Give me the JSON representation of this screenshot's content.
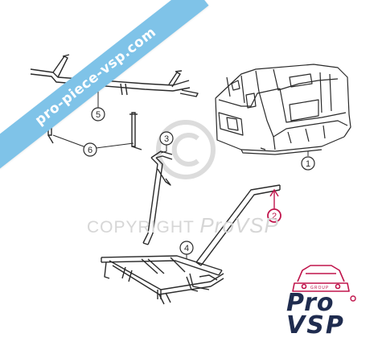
{
  "watermark": {
    "ribbon_text": "pro-piece-vsp.com",
    "copyright_text": "COPYRIGHT",
    "copyright_brand": "ProVSP",
    "copyright_symbol": "©"
  },
  "callouts": [
    {
      "id": "1",
      "label": "1"
    },
    {
      "id": "2",
      "label": "2"
    },
    {
      "id": "3",
      "label": "3"
    },
    {
      "id": "4",
      "label": "4"
    },
    {
      "id": "5",
      "label": "5"
    },
    {
      "id": "6",
      "label": "6"
    }
  ],
  "logo": {
    "group_text": "GROUP",
    "line1": "Pro",
    "line2": "VSP"
  },
  "colors": {
    "line": "#2a2a2a",
    "highlight": "#c0154c",
    "ribbon": "#7fc3e8",
    "watermark": "#d6d6d6",
    "brand_navy": "#1f2c4f"
  }
}
